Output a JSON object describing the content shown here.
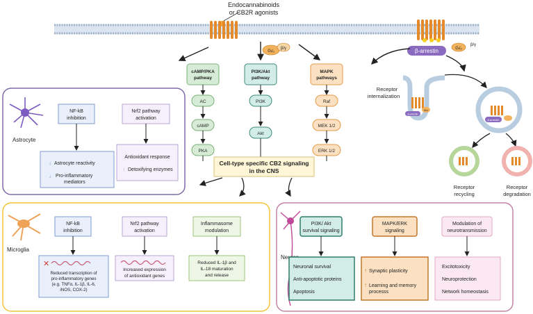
{
  "ligand": {
    "line1": "Endocannabinoids",
    "line2": "or CB2R agonists"
  },
  "g_protein": {
    "alpha": "Gᵢ/ₒ",
    "beta_gamma": "β/γ"
  },
  "arrestin": {
    "label": "β-arrestin",
    "small": "β-arrestin",
    "beta_gamma_small": "β/γ",
    "gi_small": "Gi/o"
  },
  "pathways": {
    "camp": {
      "title_1": "cAMP/PKA",
      "title_2": "pathway",
      "steps": [
        "AC",
        "cAMP",
        "PKA"
      ]
    },
    "pi3k": {
      "title_1": "PI3K/Akt",
      "title_2": "pathway",
      "steps": [
        "PI3K",
        "Akt"
      ]
    },
    "mapk": {
      "title_1": "MAPK",
      "title_2": "pathways",
      "steps": [
        "Raf",
        "MEK 1/2",
        "ERK 1/2"
      ]
    }
  },
  "center": {
    "line1": "Cell-type specific CB2 signaling",
    "line2": "in the CNS"
  },
  "receptor": {
    "internalization_1": "Receptor",
    "internalization_2": "internalization",
    "recycling_1": "Receptor",
    "recycling_2": "recycling",
    "degradation_1": "Receptor",
    "degradation_2": "degradation"
  },
  "astrocyte": {
    "name": "Astrocyte",
    "nfkb": {
      "title_1": "NF-kB",
      "title_2": "inhibition",
      "out1": "Astrocyte reactivity",
      "out2a": "Pro-inflammatory",
      "out2b": "mediators"
    },
    "nrf2": {
      "title_1": "Nrf2 pathway",
      "title_2": "activation",
      "out1": "Antioxidant response",
      "out2": "Detoxifying enzymes"
    }
  },
  "microglia": {
    "name": "Microglia",
    "nfkb": {
      "title_1": "NF-kB",
      "title_2": "inhibition",
      "out": [
        "Reduced transcription of",
        "pro-inflammatory genes",
        "(e.g. TNFα, IL-1β, IL-6,",
        "iNOS, COX-2)"
      ]
    },
    "nrf2": {
      "title_1": "Nrf2 pathway",
      "title_2": "activation",
      "out": [
        "Increased expression",
        "of antioxidant genes"
      ]
    },
    "inflam": {
      "title_1": "Inflammasome",
      "title_2": "modulation",
      "out": [
        "Reduced IL-1β and",
        "IL-18 maturation",
        "and release"
      ]
    }
  },
  "neuron": {
    "name": "Neuron",
    "pi3k": {
      "title_1": "PI3K/ Akt",
      "title_2": "survival signaling",
      "out": [
        "Neuronal survival",
        "Anti-apoptotic proteins",
        "Apoptosis"
      ]
    },
    "mapk": {
      "title_1": "MAPK/ERK",
      "title_2": "signaling",
      "out": [
        "Synaptic plasticity",
        "Learning and memory",
        "processs"
      ]
    },
    "neuro": {
      "title_1": "Modulation of",
      "title_2": "neurotransmission",
      "out": [
        "Excitotoxicity",
        "Neuroprotection",
        "Network homeostasis"
      ]
    }
  },
  "colors": {
    "membrane": "#9fb3c8",
    "receptor": "#e58a2a",
    "arrestin": "#8b6bbf",
    "astro_border": "#7f6aa6",
    "micro_border": "#f0c43a",
    "neuron_border": "#c483a6"
  }
}
